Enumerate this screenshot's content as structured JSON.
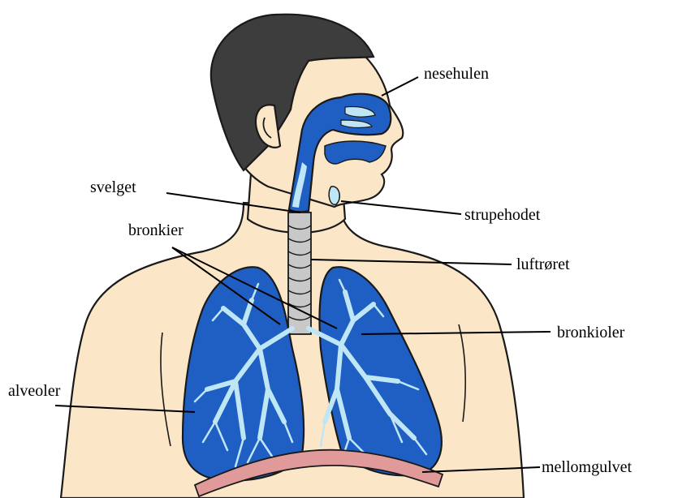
{
  "labels": {
    "nasal_cavity": "nesehulen",
    "pharynx": "svelget",
    "larynx": "strupehodet",
    "bronchi": "bronkier",
    "trachea": "luftrøret",
    "bronchioles": "bronkioler",
    "alveoli": "alveoler",
    "diaphragm": "mellomgulvet"
  },
  "colors": {
    "skin": "#fbe7c8",
    "hair": "#3d3d3d",
    "airway_blue": "#1f5fc4",
    "airway_light": "#bfe6f5",
    "diaphragm": "#e09a9a",
    "trachea": "#c8c8c8"
  }
}
